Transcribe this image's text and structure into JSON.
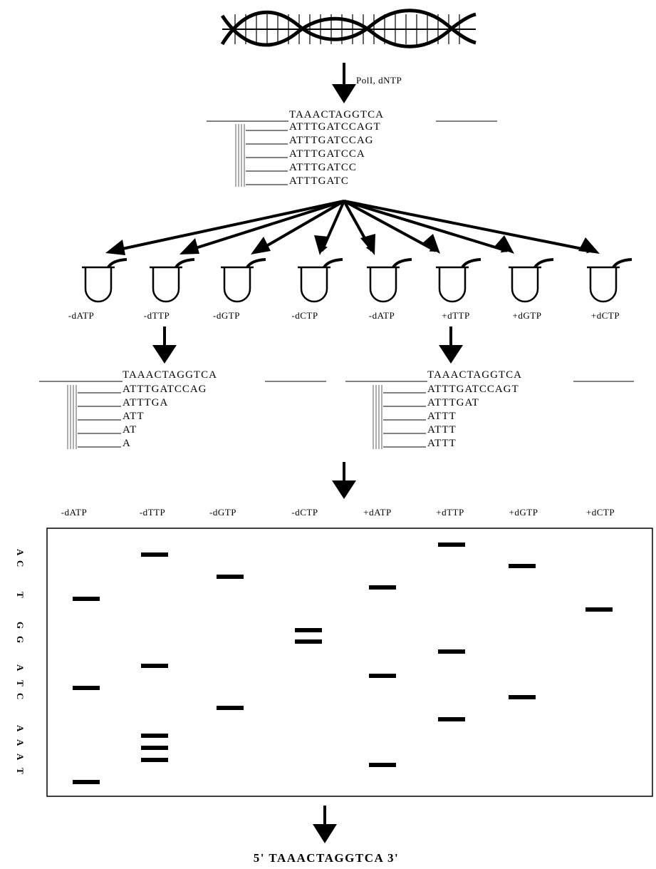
{
  "enzyme_label": "PolI, dNTP",
  "template_strand": "TAAACTAGGTCA",
  "primers_main": [
    "ATTTGATCCAGT",
    "ATTTGATCCAG",
    "ATTTGATCCA",
    "ATTTGATCC",
    "ATTTGATC"
  ],
  "tube_labels": [
    "-dATP",
    "-dTTP",
    "-dGTP",
    "-dCTP",
    "-dATP",
    "+dTTP",
    "+dGTP",
    "+dCTP"
  ],
  "left_example": {
    "template": "TAAACTAGGTCA",
    "products": [
      "ATTTGATCCAG",
      "ATTTGA",
      "ATT",
      "AT",
      "A"
    ]
  },
  "right_example": {
    "template": "TAAACTAGGTCA",
    "products": [
      "ATTTGATCCAGT",
      "ATTTGAT",
      "ATTT",
      "ATTT",
      "ATTT"
    ]
  },
  "gel": {
    "lane_labels": [
      "-dATP",
      "-dTTP",
      "-dGTP",
      "-dCTP",
      "+dATP",
      "+dTTP",
      "+dGTP",
      "+dCTP"
    ],
    "side_letters": [
      "A",
      "C",
      "T",
      "G",
      "G",
      "A",
      "T",
      "C",
      "A",
      "A",
      "A",
      "T"
    ],
    "bands": [
      [
        840,
        965,
        1097
      ],
      [
        778,
        934,
        1032,
        1049,
        1066
      ],
      [
        809,
        993
      ],
      [
        884,
        900
      ],
      [
        824,
        948,
        1073
      ],
      [
        764,
        914,
        1009
      ],
      [
        794,
        978
      ],
      [
        855
      ]
    ]
  },
  "final_sequence": "5' TAAACTAGGTCA 3'"
}
